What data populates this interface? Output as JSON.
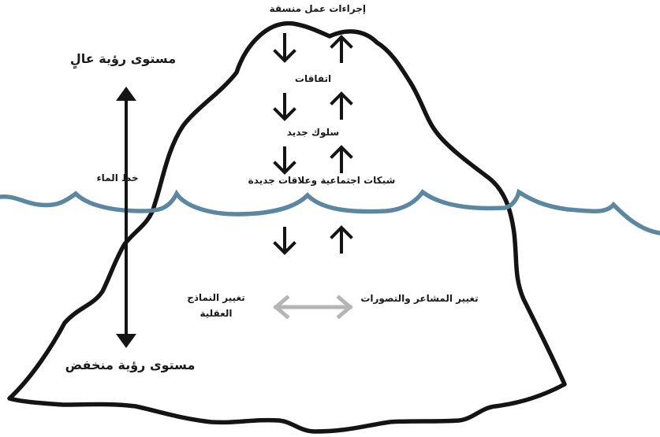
{
  "diagram": {
    "labels": {
      "top_title": "إجراءات عمل منسقة",
      "agreements": "اتفاقات",
      "new_behavior": "سلوك جديد",
      "networks": "شبكات اجتماعية وعلاقات جديدة",
      "waterline": "خط الماء",
      "high_visibility": "مستوى رؤية عالٍ",
      "low_visibility": "مستوى رؤية منخفض",
      "feelings": "تغيير المشاعر والتصورات",
      "mental_models_line1": "تغيير النماذج",
      "mental_models_line2": "العقلية"
    },
    "colors": {
      "outline": "#141414",
      "water": "#5b87a0",
      "arrow": "#141414",
      "double_arrow": "#b5b5b5",
      "text": "#1a1a1a"
    }
  }
}
